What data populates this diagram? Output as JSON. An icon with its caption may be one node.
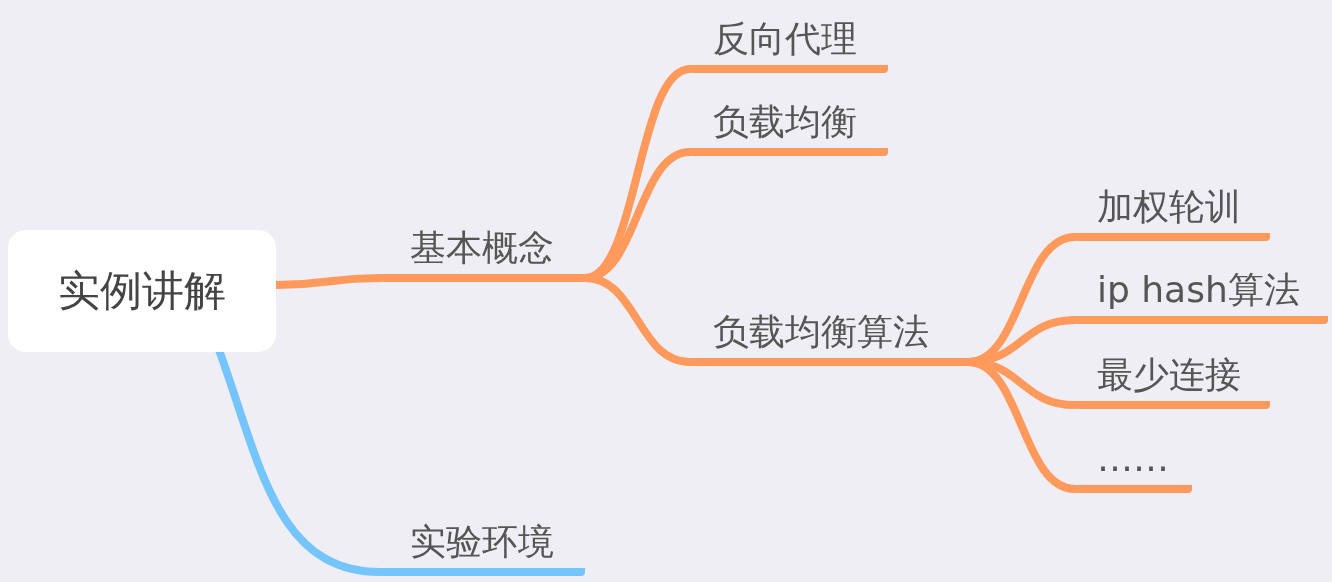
{
  "diagram": {
    "nodes": [
      {
        "text": [
          "实例讲解"
        ]
      },
      {
        "text": [
          "基本概念"
        ]
      },
      {
        "text": [
          "反向代理"
        ]
      },
      {
        "text": [
          "负载均衡"
        ]
      },
      {
        "text": [
          "负载均衡算法"
        ]
      },
      {
        "text": [
          "加权轮训"
        ]
      },
      {
        "text": [
          "ip hash算法"
        ]
      },
      {
        "text": [
          "最少连接"
        ]
      },
      {
        "text": [
          "……"
        ]
      },
      {
        "text": [
          "实验环境"
        ]
      }
    ],
    "edges": [
      {
        "from": 0,
        "to": 1,
        "arrow": "none"
      },
      {
        "from": 1,
        "to": 2,
        "arrow": "none"
      },
      {
        "from": 1,
        "to": 3,
        "arrow": "none"
      },
      {
        "from": 1,
        "to": 4,
        "arrow": "none"
      },
      {
        "from": 4,
        "to": 5,
        "arrow": "none"
      },
      {
        "from": 4,
        "to": 6,
        "arrow": "none"
      },
      {
        "from": 4,
        "to": 7,
        "arrow": "none"
      },
      {
        "from": 4,
        "to": 8,
        "arrow": "none"
      },
      {
        "from": 0,
        "to": 9,
        "arrow": "none",
        "color": "#74c5fb"
      }
    ]
  }
}
